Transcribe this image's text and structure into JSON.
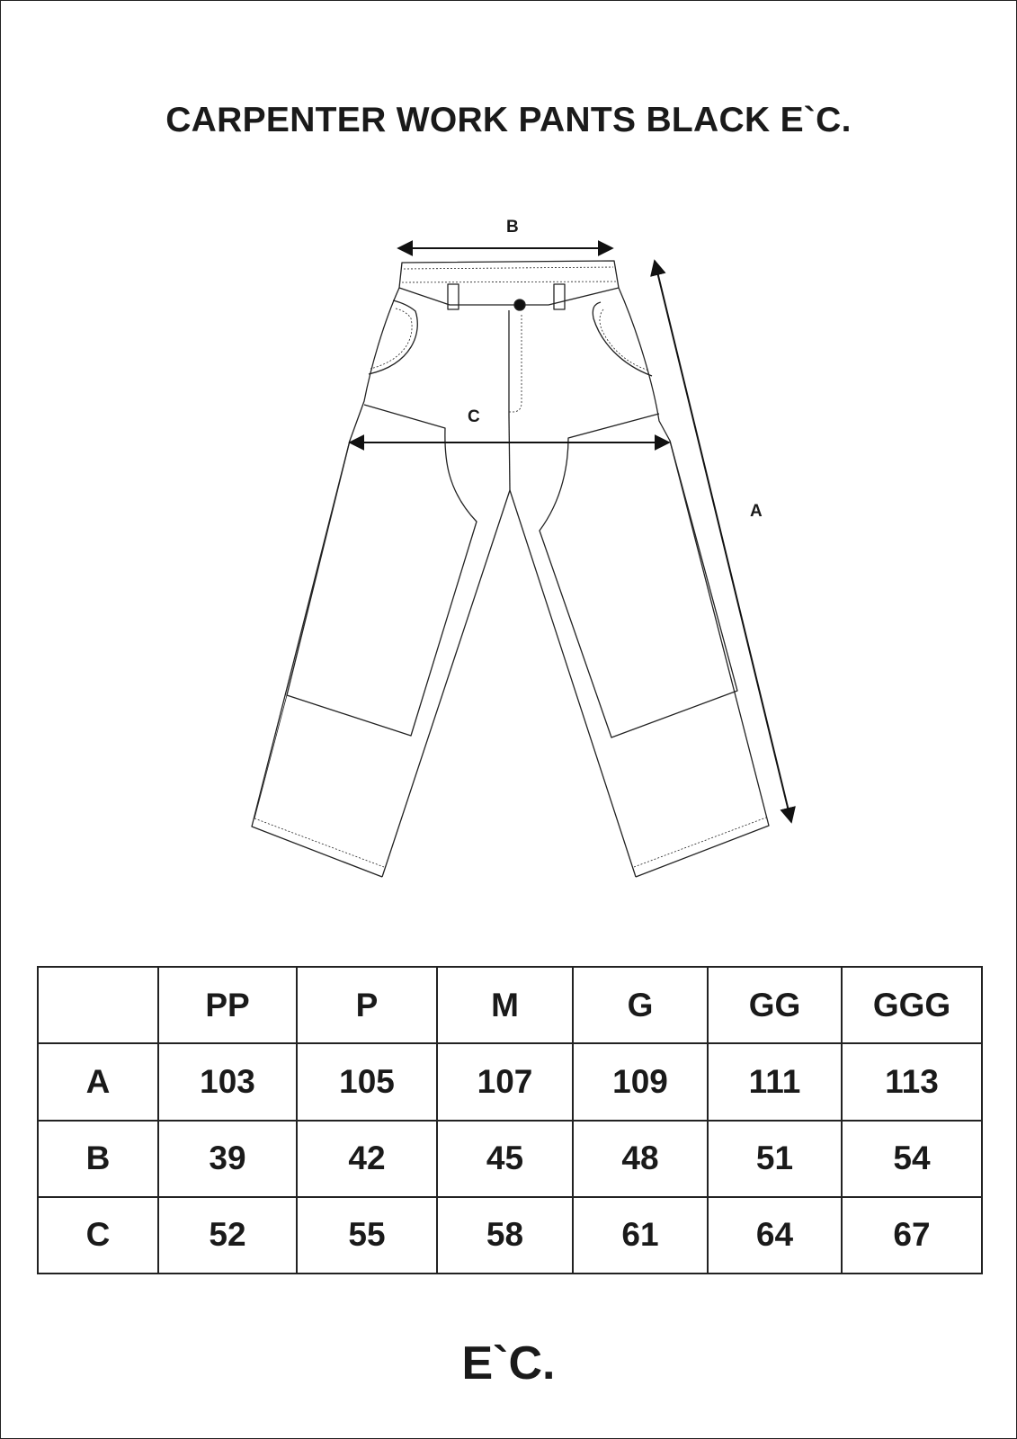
{
  "title": "CARPENTER WORK PANTS BLACK E`C.",
  "dimensions": {
    "a": "A",
    "b": "B",
    "c": "C"
  },
  "table": {
    "header": [
      "",
      "PP",
      "P",
      "M",
      "G",
      "GG",
      "GGG"
    ],
    "rows": [
      {
        "label": "A",
        "values": [
          "103",
          "105",
          "107",
          "109",
          "111",
          "113"
        ]
      },
      {
        "label": "B",
        "values": [
          "39",
          "42",
          "45",
          "48",
          "51",
          "54"
        ]
      },
      {
        "label": "C",
        "values": [
          "52",
          "55",
          "58",
          "61",
          "64",
          "67"
        ]
      }
    ]
  },
  "brand": "E`C."
}
